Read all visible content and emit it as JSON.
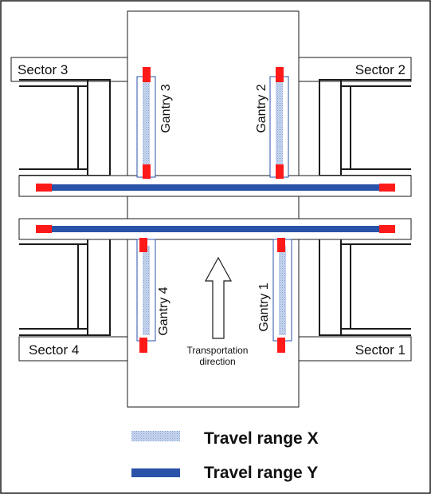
{
  "sectors": {
    "s1": "Sector 1",
    "s2": "Sector 2",
    "s3": "Sector 3",
    "s4": "Sector 4"
  },
  "gantries": {
    "g1": "Gantry 1",
    "g2": "Gantry 2",
    "g3": "Gantry 3",
    "g4": "Gantry 4"
  },
  "direction": {
    "line1": "Transportation",
    "line2": "direction"
  },
  "legend": {
    "x_label": "Travel range X",
    "y_label": "Travel range Y"
  },
  "colors": {
    "travel_x": "#a9bfe3",
    "travel_y": "#2a52a8",
    "end_stop": "#ff1a1a",
    "outline": "#1a1a1a"
  }
}
